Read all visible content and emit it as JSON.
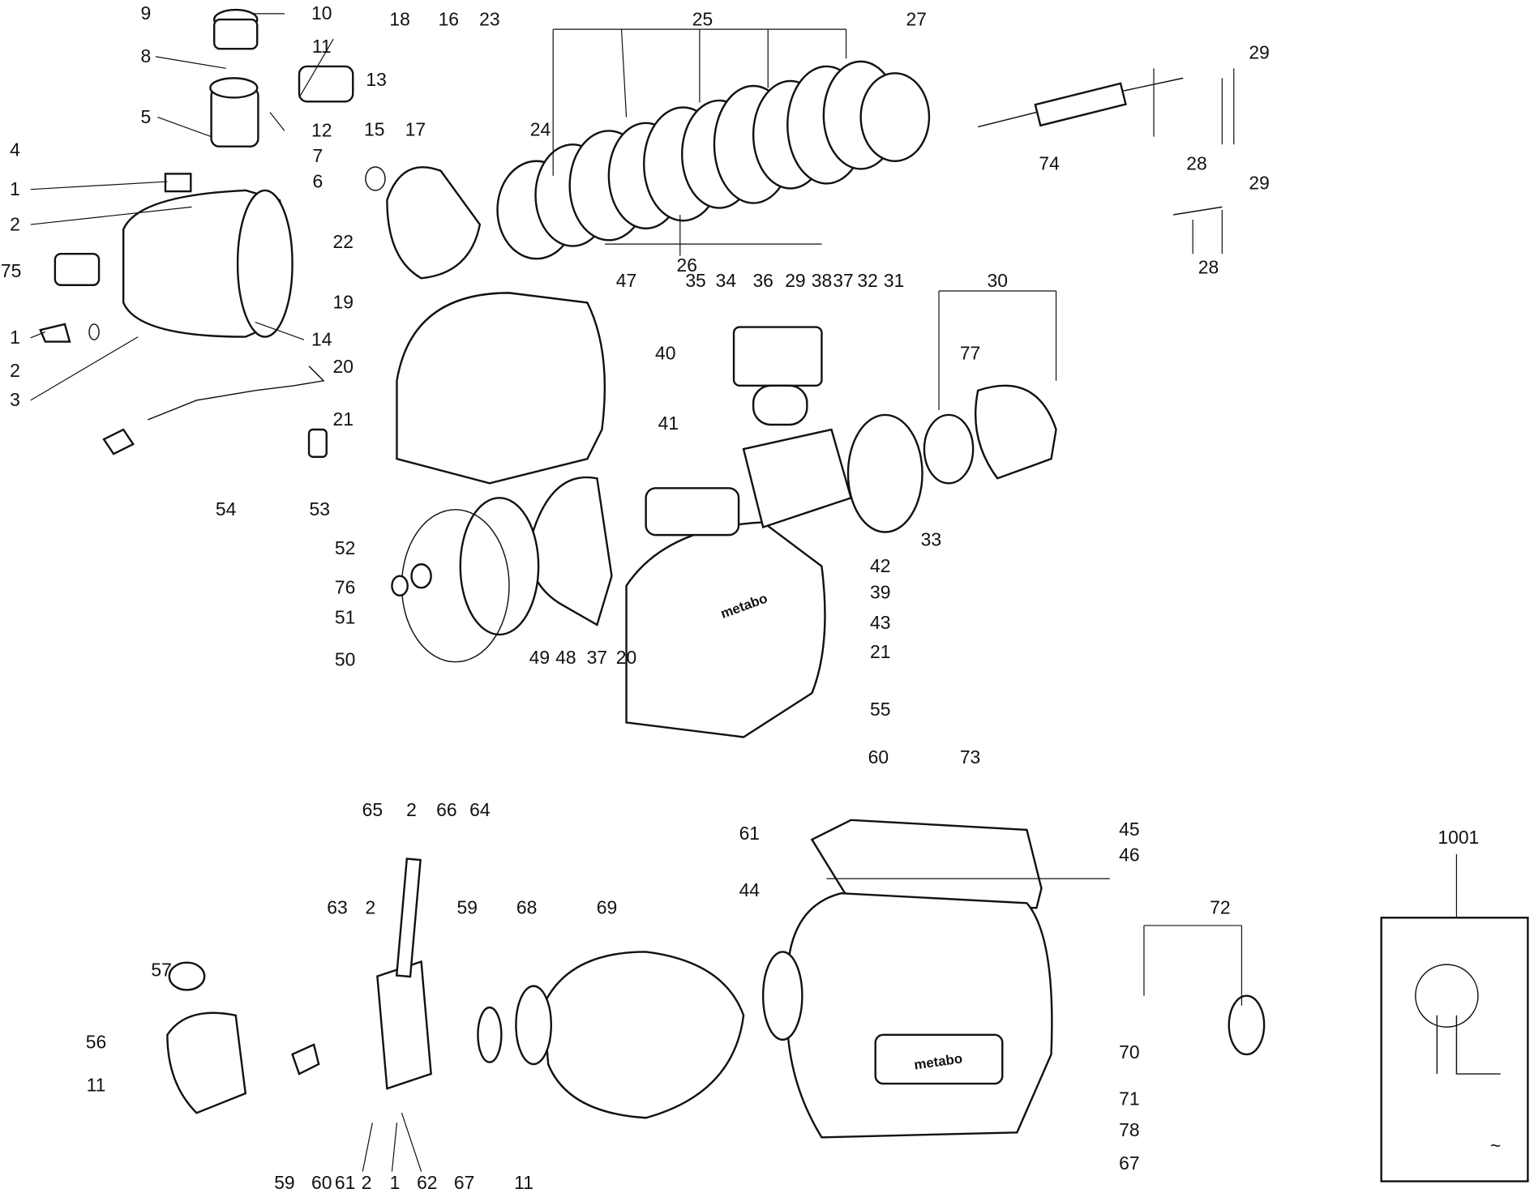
{
  "diagram": {
    "brand": "metabo",
    "labels": [
      "9",
      "10",
      "8",
      "11",
      "13",
      "5",
      "12",
      "4",
      "7",
      "1",
      "6",
      "2",
      "75",
      "1",
      "2",
      "3",
      "14",
      "15",
      "17",
      "18",
      "16",
      "23",
      "25",
      "27",
      "24",
      "22",
      "26",
      "29",
      "74",
      "28",
      "29",
      "28",
      "19",
      "20",
      "21",
      "54",
      "53",
      "47",
      "35",
      "34",
      "36",
      "29",
      "38",
      "37",
      "32",
      "31",
      "30",
      "40",
      "41",
      "77",
      "52",
      "76",
      "51",
      "50",
      "49",
      "48",
      "37",
      "20",
      "43",
      "21",
      "42",
      "39",
      "33",
      "55",
      "60",
      "73",
      "61",
      "45",
      "46",
      "44",
      "65",
      "2",
      "66",
      "64",
      "63",
      "2",
      "59",
      "68",
      "69",
      "72",
      "1001",
      "57",
      "56",
      "11",
      "70",
      "71",
      "78",
      "67",
      "59",
      "60",
      "61",
      "2",
      "1",
      "62",
      "67",
      "11"
    ]
  }
}
